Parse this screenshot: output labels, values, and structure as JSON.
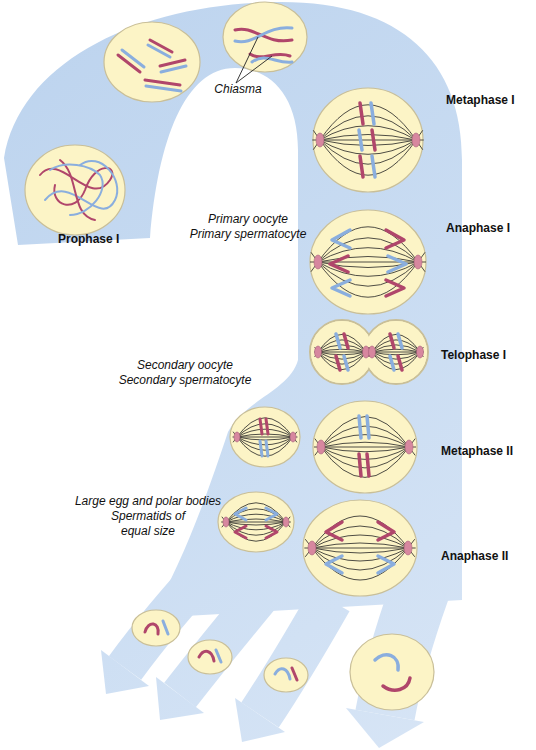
{
  "diagram": {
    "labels": [
      "Chiasma",
      "Prophase I",
      "Primary oocyte",
      "Primary spermatocyte",
      "Metaphase I",
      "Anaphase I",
      "Secondary oocyte",
      "Secondary spermatocyte",
      "Telophase I",
      "Metaphase II",
      "Large egg and polar bodies",
      "Spermatids of equal size",
      "Anaphase II"
    ]
  }
}
